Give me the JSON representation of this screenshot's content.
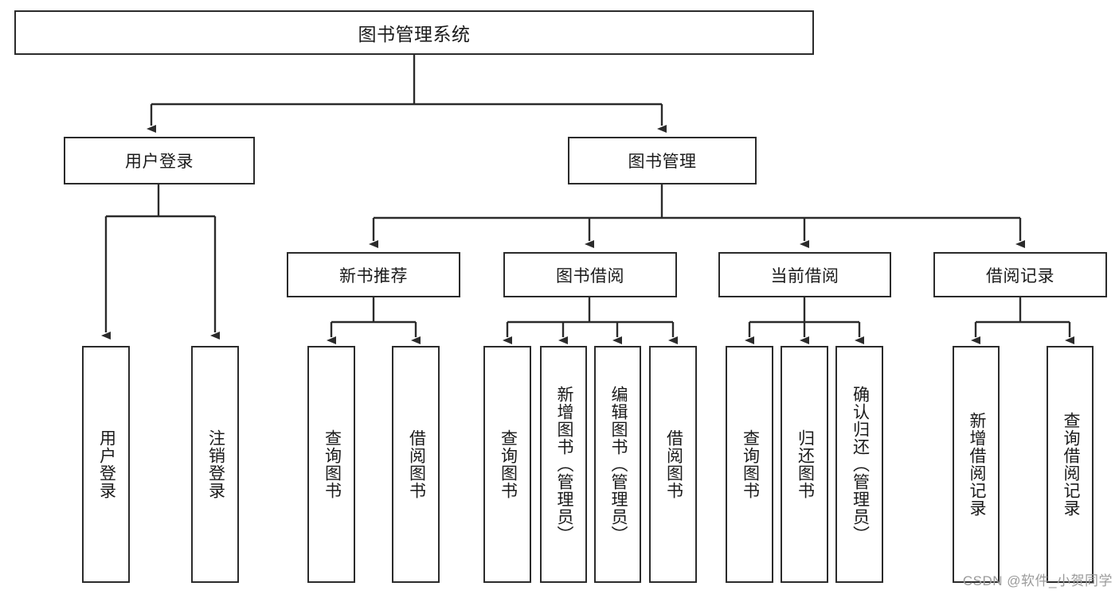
{
  "diagram": {
    "type": "tree-hierarchy-diagram",
    "root": {
      "label": "图书管理系统"
    },
    "level2": [
      {
        "label": "用户登录"
      },
      {
        "label": "图书管理"
      }
    ],
    "level3": [
      {
        "label": "新书推荐"
      },
      {
        "label": "图书借阅"
      },
      {
        "label": "当前借阅"
      },
      {
        "label": "借阅记录"
      }
    ],
    "leaves": {
      "user_login": [
        {
          "label": "用户登录"
        },
        {
          "label": "注销登录"
        }
      ],
      "new_book_recommend": [
        {
          "label": "查询图书"
        },
        {
          "label": "借阅图书"
        }
      ],
      "book_borrow": [
        {
          "label": "查询图书"
        },
        {
          "label": "新增图书（管理员）"
        },
        {
          "label": "编辑图书（管理员）"
        },
        {
          "label": "借阅图书"
        }
      ],
      "current_borrow": [
        {
          "label": "查询图书"
        },
        {
          "label": "归还图书"
        },
        {
          "label": "确认归还（管理员）"
        }
      ],
      "borrow_record": [
        {
          "label": "新增借阅记录"
        },
        {
          "label": "查询借阅记录"
        }
      ]
    }
  },
  "watermark": {
    "text": "CSDN @软件_小贺同学"
  },
  "colors": {
    "stroke": "#2b2b2b",
    "background": "#ffffff",
    "text": "#1a1a1a",
    "watermark": "#9b9b9b"
  }
}
